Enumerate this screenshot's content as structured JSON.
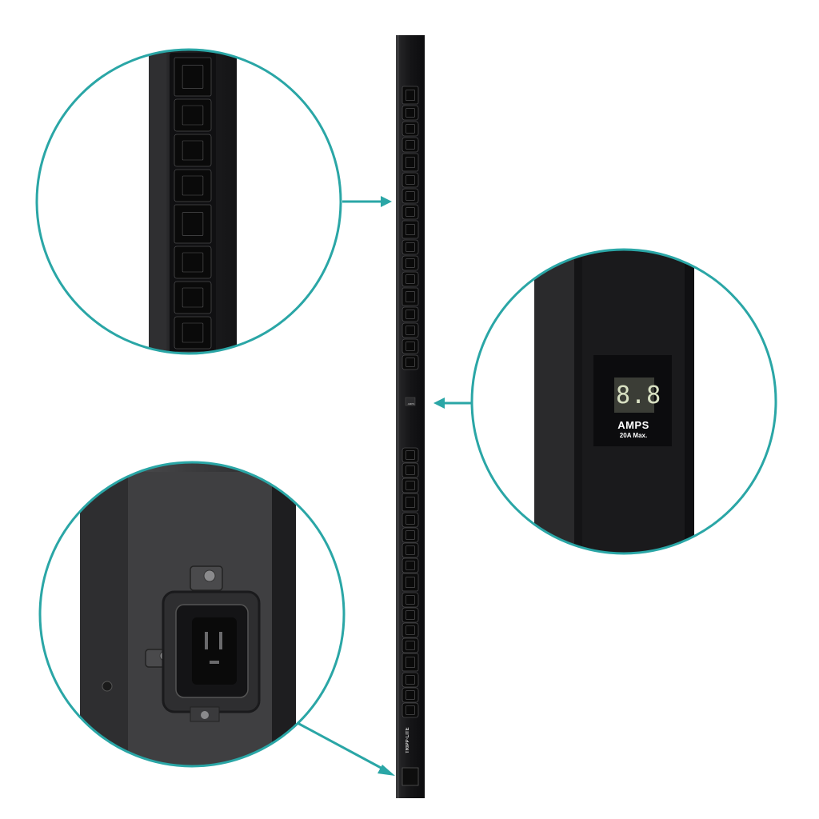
{
  "display": {
    "reading": "8.8",
    "unit_label": "AMPS",
    "max_label": "20A Max."
  },
  "strip": {
    "brand_text": "TRIPP·LITE",
    "small_amps_label": "AMPS"
  },
  "colors": {
    "accent_teal": "#2aa6a6",
    "body_black": "#1c1c1e",
    "display_digits": "#d8e0c2"
  },
  "callouts": [
    {
      "name": "outlet-closeup",
      "icon": "c13-c19-outlets-icon"
    },
    {
      "name": "ammeter-closeup",
      "icon": "digital-display-icon"
    },
    {
      "name": "inlet-closeup",
      "icon": "c20-inlet-icon"
    }
  ]
}
